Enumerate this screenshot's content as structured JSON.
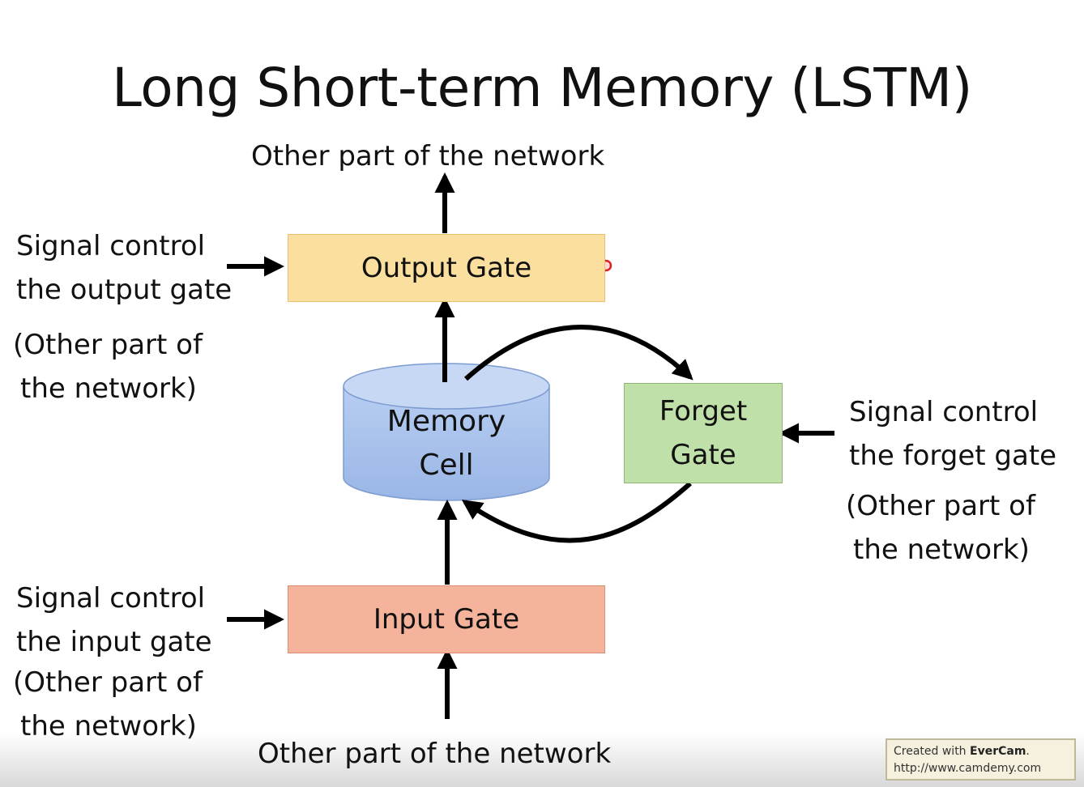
{
  "title": "Long Short-term Memory (LSTM)",
  "top_network": "Other part of the network",
  "bottom_network": "Other part of the network",
  "output_gate": {
    "label": "Output Gate",
    "signal_line1": "Signal control",
    "signal_line2": "the output gate",
    "source_line1": "(Other part of",
    "source_line2": "the network)"
  },
  "input_gate": {
    "label": "Input Gate",
    "signal_line1": "Signal control",
    "signal_line2": "the input gate",
    "source_line1": "(Other part of",
    "source_line2": "the network)"
  },
  "forget_gate": {
    "label_line1": "Forget",
    "label_line2": "Gate",
    "signal_line1": "Signal control",
    "signal_line2": "the forget gate",
    "source_line1": "(Other part of",
    "source_line2": "the network)"
  },
  "memory_cell": {
    "label_line1": "Memory",
    "label_line2": "Cell"
  },
  "badge": {
    "prefix": "Created with ",
    "brand": "EverCam",
    "suffix": ".",
    "url": "http://www.camdemy.com"
  },
  "colors": {
    "text_blue": "#2f2fd0",
    "output_gate_fill": "#fbdf9e",
    "input_gate_fill": "#f6b39b",
    "forget_gate_fill": "#bfe0a8",
    "memory_cell_fill": "#a9c3ec"
  }
}
